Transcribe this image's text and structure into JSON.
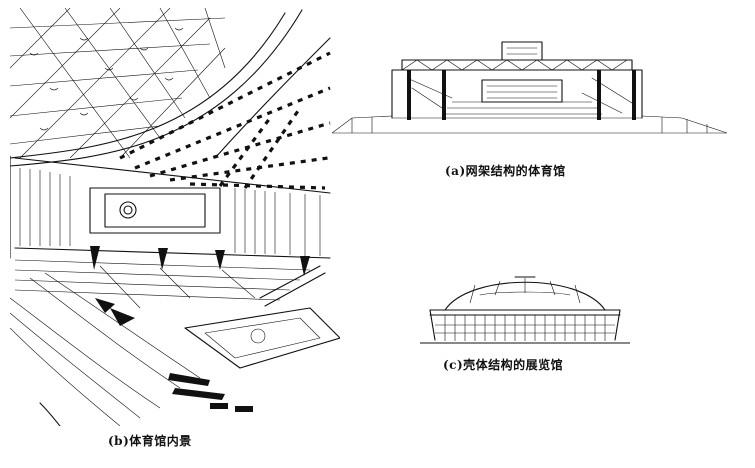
{
  "figure": {
    "panels": [
      {
        "id": "a",
        "caption": "(a)网架结构的体育馆"
      },
      {
        "id": "b",
        "caption": "(b)体育馆内景"
      },
      {
        "id": "c",
        "caption": "(c)壳体结构的展览馆"
      }
    ]
  },
  "colors": {
    "ink": "#111111",
    "paper": "#ffffff"
  }
}
